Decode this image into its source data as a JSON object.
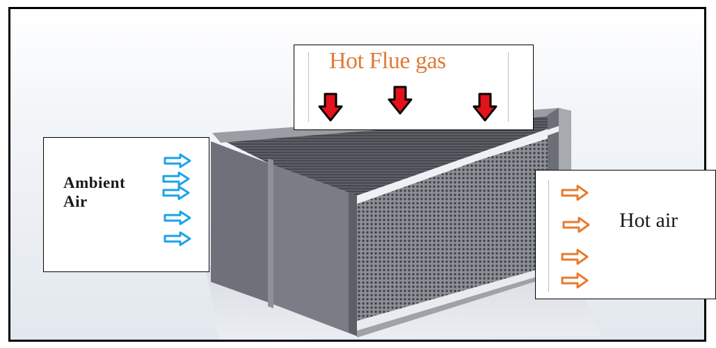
{
  "labels": {
    "flue_gas": "Hot Flue gas",
    "ambient_line1": "Ambient",
    "ambient_line2": "Air",
    "hot_air": "Hot air"
  },
  "icons": {
    "flue_arrow": "down-arrow-icon",
    "ambient_arrow": "right-arrow-icon",
    "hot_air_arrow": "right-arrow-icon"
  },
  "colors": {
    "flue_text": "#e07b39",
    "flue_arrow_fill": "#e3121b",
    "ambient_arrow_stroke": "#1aa3e8",
    "hot_air_arrow_stroke": "#e87a2c",
    "frame": "#000000"
  }
}
